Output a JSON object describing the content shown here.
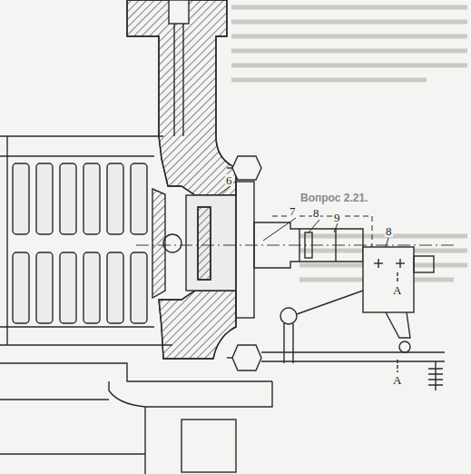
{
  "diagram": {
    "labels": [
      "6",
      "7",
      "8",
      "9",
      "8",
      "A",
      "A",
      "Вопрос 2.21."
    ]
  }
}
